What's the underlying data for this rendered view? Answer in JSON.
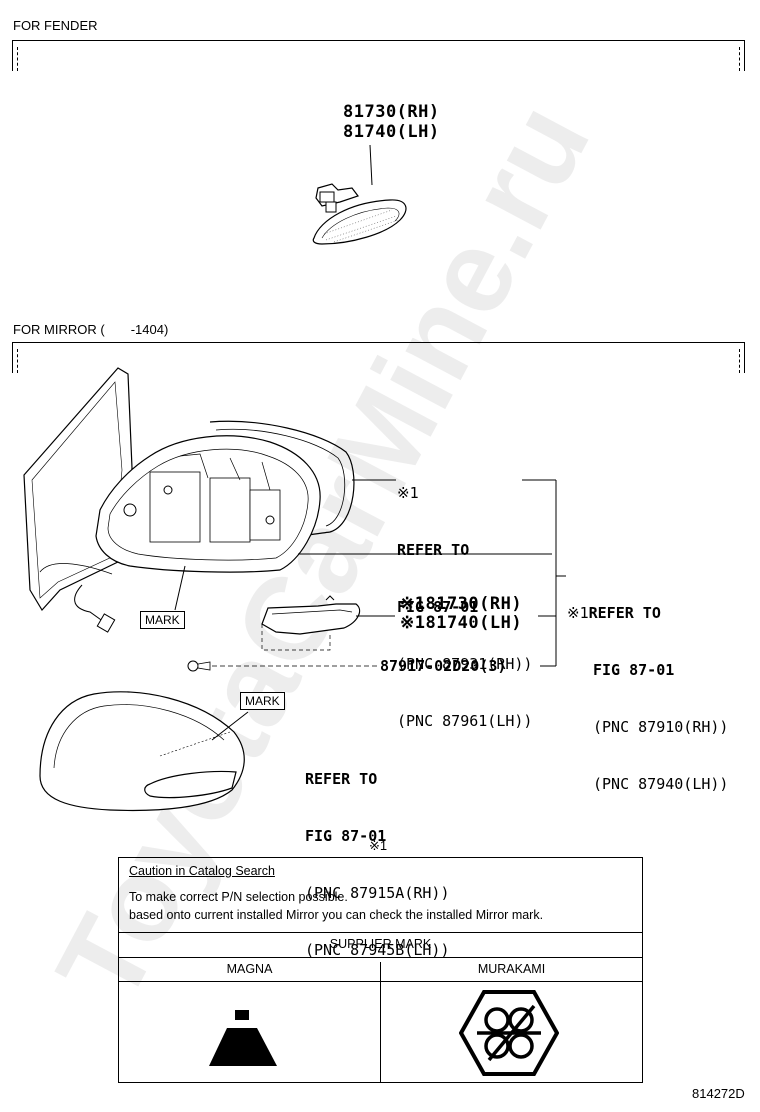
{
  "sections": {
    "fender_title": "FOR FENDER",
    "mirror_title": "FOR MIRROR (　　-1404)"
  },
  "fender_part": {
    "line1": "81730(RH)",
    "line2": "81740(LH)"
  },
  "mirror_refs": {
    "top": {
      "mark": "※1",
      "heading1": "REFER TO",
      "heading2": "FIG 87-01",
      "pnc1": "(PNC 87931(RH))",
      "pnc2": "(PNC 87961(LH))"
    },
    "right": {
      "mark": "※1",
      "heading1": "REFER TO",
      "heading2": "FIG 87-01",
      "pnc1": "(PNC 87910(RH))",
      "pnc2": "(PNC 87940(LH))"
    },
    "lamp_rh": "※181730(RH)",
    "lamp_lh": "※181740(LH)",
    "screw": "87917-02D20(3)",
    "cover": {
      "heading1": "REFER TO",
      "heading2": "FIG 87-01",
      "pnc1": "(PNC 87915A(RH))",
      "pnc2": "(PNC 87945B(LH))"
    },
    "mark_label_1": "MARK",
    "mark_label_2": "MARK"
  },
  "table": {
    "note_mark": "※1",
    "caution_title": "Caution in Catalog Search",
    "line1": "To make correct P/N selection possible.",
    "line2": "based onto current installed Mirror you can check the installed Mirror mark.",
    "supplier_header": "SUPPLIER MARK",
    "col1": "MAGNA",
    "col2": "MURAKAMI"
  },
  "watermark": "ToyotaCarMine.ru",
  "figure_id": "814272D"
}
